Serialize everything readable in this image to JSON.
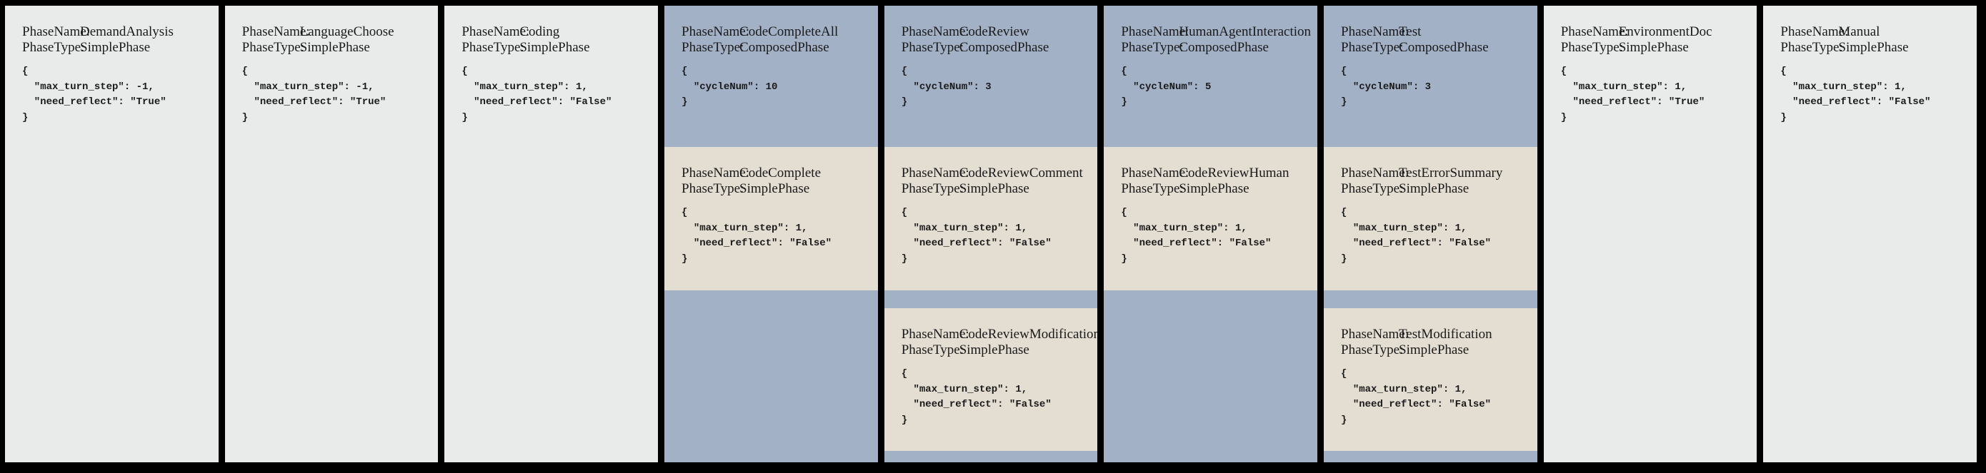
{
  "labels": {
    "phase_name": "PhaseName:",
    "phase_type": "PhaseType:"
  },
  "colors": {
    "page_bg": "#000000",
    "simple_card_bg": "#e8ebe9",
    "composed_card_bg": "#a3b1c7",
    "subphase_card_bg": "#e3ddd2",
    "text": "#1a1a1a"
  },
  "columns": [
    {
      "kind": "simple",
      "blocks": [
        {
          "phase_name": "DemandAnalysis",
          "phase_type": "SimplePhase",
          "config_text": "{\n  \"max_turn_step\": -1,\n  \"need_reflect\": \"True\"\n}"
        }
      ]
    },
    {
      "kind": "simple",
      "blocks": [
        {
          "phase_name": "LanguageChoose",
          "phase_type": "SimplePhase",
          "config_text": "{\n  \"max_turn_step\": -1,\n  \"need_reflect\": \"True\"\n}"
        }
      ]
    },
    {
      "kind": "simple",
      "blocks": [
        {
          "phase_name": "Coding",
          "phase_type": "SimplePhase",
          "config_text": "{\n  \"max_turn_step\": 1,\n  \"need_reflect\": \"False\"\n}"
        }
      ]
    },
    {
      "kind": "composed",
      "blocks": [
        {
          "phase_name": "CodeCompleteAll",
          "phase_type": "ComposedPhase",
          "config_text": "{\n  \"cycleNum\": 10\n}"
        },
        {
          "phase_name": "CodeComplete",
          "phase_type": "SimplePhase",
          "config_text": "{\n  \"max_turn_step\": 1,\n  \"need_reflect\": \"False\"\n}"
        }
      ]
    },
    {
      "kind": "composed",
      "blocks": [
        {
          "phase_name": "CodeReview",
          "phase_type": "ComposedPhase",
          "config_text": "{\n  \"cycleNum\": 3\n}"
        },
        {
          "phase_name": "CodeReviewComment",
          "phase_type": "SimplePhase",
          "config_text": "{\n  \"max_turn_step\": 1,\n  \"need_reflect\": \"False\"\n}"
        },
        {
          "phase_name": "CodeReviewModification",
          "phase_type": "SimplePhase",
          "config_text": "{\n  \"max_turn_step\": 1,\n  \"need_reflect\": \"False\"\n}"
        }
      ]
    },
    {
      "kind": "composed",
      "blocks": [
        {
          "phase_name": "HumanAgentInteraction",
          "phase_type": "ComposedPhase",
          "config_text": "{\n  \"cycleNum\": 5\n}"
        },
        {
          "phase_name": "CodeReviewHuman",
          "phase_type": "SimplePhase",
          "config_text": "{\n  \"max_turn_step\": 1,\n  \"need_reflect\": \"False\"\n}"
        }
      ]
    },
    {
      "kind": "composed",
      "blocks": [
        {
          "phase_name": "Test",
          "phase_type": "ComposedPhase",
          "config_text": "{\n  \"cycleNum\": 3\n}"
        },
        {
          "phase_name": "TestErrorSummary",
          "phase_type": "SimplePhase",
          "config_text": "{\n  \"max_turn_step\": 1,\n  \"need_reflect\": \"False\"\n}"
        },
        {
          "phase_name": "TestModification",
          "phase_type": "SimplePhase",
          "config_text": "{\n  \"max_turn_step\": 1,\n  \"need_reflect\": \"False\"\n}"
        }
      ]
    },
    {
      "kind": "simple",
      "blocks": [
        {
          "phase_name": "EnvironmentDoc",
          "phase_type": "SimplePhase",
          "config_text": "{\n  \"max_turn_step\": 1,\n  \"need_reflect\": \"True\"\n}"
        }
      ]
    },
    {
      "kind": "simple",
      "blocks": [
        {
          "phase_name": "Manual",
          "phase_type": "SimplePhase",
          "config_text": "{\n  \"max_turn_step\": 1,\n  \"need_reflect\": \"False\"\n}"
        }
      ]
    }
  ]
}
